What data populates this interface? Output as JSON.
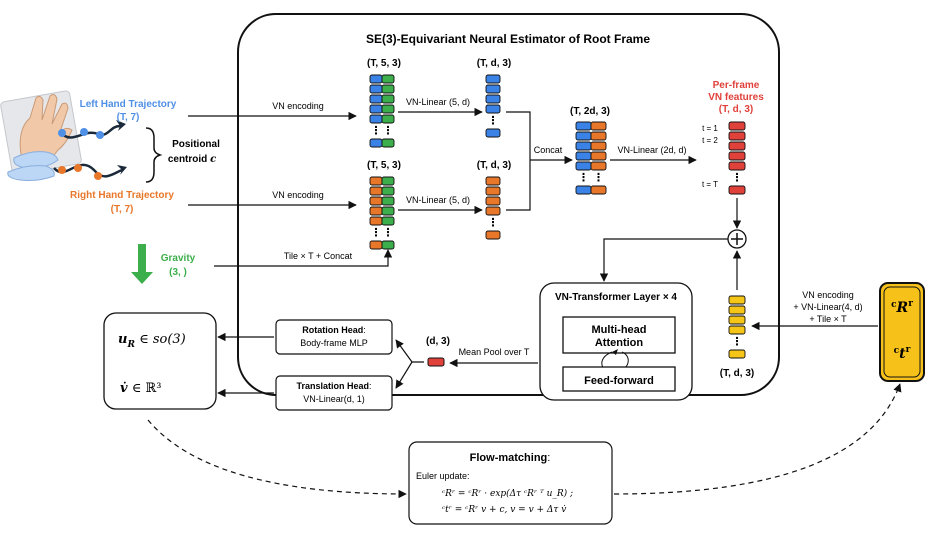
{
  "title": "SE(3)-Equivariant Neural Estimator of Root Frame",
  "left_hand": {
    "label": "Left Hand Trajectory",
    "shape": "(T, 7)"
  },
  "right_hand": {
    "label": "Right Hand Trajectory",
    "shape": "(T, 7)"
  },
  "centroid": {
    "line1": "Positional",
    "line2": "centroid",
    "symbol": "c"
  },
  "gravity": {
    "label": "Gravity",
    "shape": "(3, )"
  },
  "shapes": {
    "t53": "(T, 5, 3)",
    "td3": "(T, d, 3)",
    "t2d3": "(T, 2d, 3)",
    "d3": "(d, 3)"
  },
  "ops": {
    "vn_encoding": "VN encoding",
    "vn_linear_5d": "VN-Linear (5, d)",
    "concat": "Concat",
    "vn_linear_2d": "VN-Linear (2d, d)",
    "tile_concat": "Tile × T + Concat",
    "mean_pool": "Mean Pool over T"
  },
  "per_frame": {
    "line1": "Per-frame",
    "line2": "VN features",
    "shape": "(T, d, 3)"
  },
  "frames": {
    "t1": "t = 1",
    "t2": "t = 2",
    "tT": "t = T"
  },
  "transformer": {
    "title": "VN-Transformer Layer × 4",
    "attention_line1": "Multi-head",
    "attention_line2": "Attention",
    "ffn": "Feed-forward"
  },
  "right_encoding": {
    "line1": "VN encoding",
    "line2": "+ VN-Linear(4, d)",
    "line3": "+ Tile × T"
  },
  "rotation_head": {
    "title": "Rotation Head",
    "sub": "Body-frame MLP"
  },
  "translation_head": {
    "title": "Translation Head",
    "sub": "VN-Linear(d, 1)"
  },
  "outputs": {
    "u_r": "so(3)",
    "v_dot": "ℝ³"
  },
  "flow": {
    "title": "Flow-matching",
    "euler": "Euler update:",
    "eq1": "ᶜRʳ = ᶜRʳ · exp(Δτ ᶜRʳ ᵀ u_R) ;",
    "eq2": "ᶜtʳ = ᶜRʳ v + c,  v = v + Δτ v̇"
  },
  "pose": {
    "R": "R",
    "t": "t"
  },
  "colors": {
    "blue": "#3b82e6",
    "green": "#3cae4b",
    "orange": "#e8772a",
    "red": "#e0413a",
    "yellow": "#f5c518",
    "left_label": "#4f90e6",
    "right_label": "#e8772a",
    "gravity_label": "#3cae4b",
    "per_frame_label": "#e0413a"
  }
}
